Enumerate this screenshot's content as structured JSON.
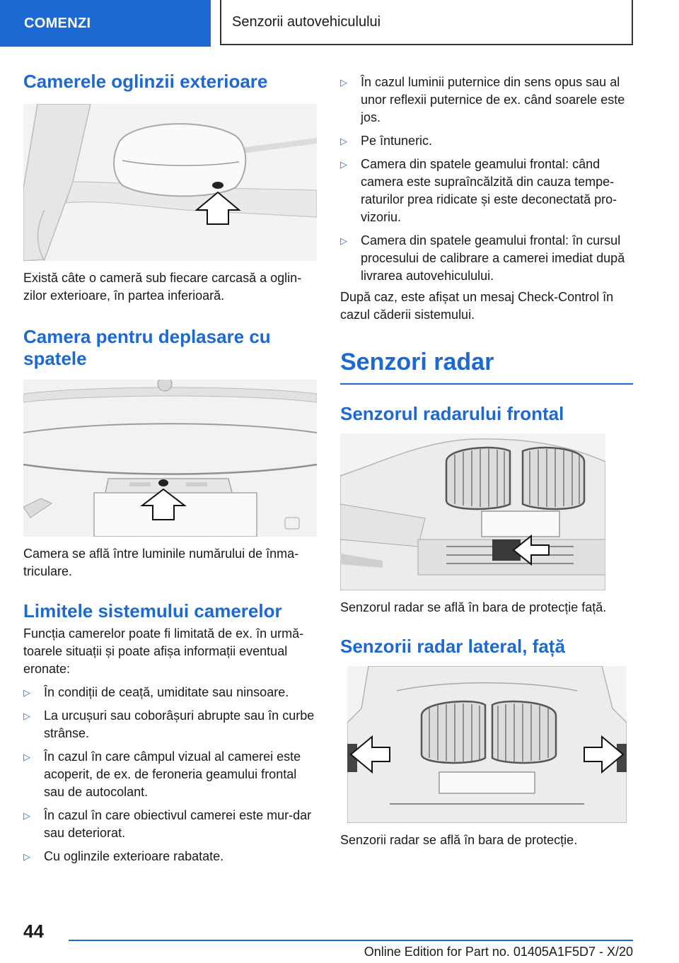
{
  "header": {
    "chapter": "COMENZI",
    "section": "Senzorii autovehiculului"
  },
  "left": {
    "mirror_title": "Camerele oglinzii exterioare",
    "mirror_caption": "Există câte o cameră sub fiecare carcasă a oglin‐zilor exterioare, în partea inferioară.",
    "rear_title": "Camera pentru deplasare cu spatele",
    "rear_caption": "Camera se află între luminile numărului de înma‐triculare.",
    "limits_title": "Limitele sistemului camerelor",
    "limits_intro": "Funcția camerelor poate fi limitată de ex. în urmă‐toarele situații și poate afișa informații eventual eronate:",
    "limits_items": [
      "În condiții de ceață, umiditate sau ninsoare.",
      "La urcușuri sau coborâșuri abrupte sau în curbe strânse.",
      "În cazul în care câmpul vizual al camerei este acoperit, de ex. de feroneria geamului frontal sau de autocolant.",
      "În cazul în care obiectivul camerei este mur‐dar sau deteriorat.",
      "Cu oglinzile exterioare rabatate."
    ]
  },
  "right": {
    "items": [
      "În cazul luminii puternice din sens opus sau al unor reflexii puternice de ex. când soarele este jos.",
      "Pe întuneric.",
      "Camera din spatele geamului frontal: când camera este supraîncălzită din cauza tempe‐raturilor prea ridicate și este deconectată pro‐vizoriu.",
      "Camera din spatele geamului frontal: în cursul procesului de calibrare a camerei imediat după livrarea autovehiculului."
    ],
    "check_control": "După caz, este afișat un mesaj Check-Control în cazul căderii sistemului.",
    "radar_title": "Senzori radar",
    "front_title": "Senzorul radarului frontal",
    "front_caption": "Senzorul radar se află în bara de protecție față.",
    "side_title": "Senzorii radar lateral, față",
    "side_caption": "Senzorii radar se află în bara de protecție."
  },
  "footer": {
    "page_number": "44",
    "edition": "Online Edition for Part no. 01405A1F5D7 - X/20"
  },
  "icons": {
    "bullet": "triangle-right-outline"
  },
  "colors": {
    "accent": "#1c69d4"
  }
}
